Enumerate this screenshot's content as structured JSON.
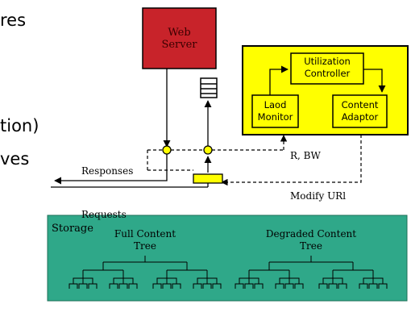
{
  "slide_text_fragments": [
    "res",
    "tion)",
    "ves"
  ],
  "web_server": {
    "line1": "Web",
    "line2": "Server"
  },
  "controller": {
    "utilization_line1": "Utilization",
    "utilization_line2": "Controller",
    "load_monitor_line1": "Laod",
    "load_monitor_line2": "Monitor",
    "content_adaptor_line1": "Content",
    "content_adaptor_line2": "Adaptor"
  },
  "flow_labels": {
    "r_bw": "R, BW",
    "responses": "Responses",
    "requests": "Requests",
    "modify_url": "Modify URl"
  },
  "storage": {
    "title": "Storage",
    "full_tree_line1": "Full Content",
    "full_tree_line2": "Tree",
    "degraded_tree_line1": "Degraded Content",
    "degraded_tree_line2": "Tree"
  },
  "colors": {
    "web_server": "#c8232a",
    "controller_box": "#ffff00",
    "queue_point": "#ffff00",
    "storage": "#2fa889"
  }
}
